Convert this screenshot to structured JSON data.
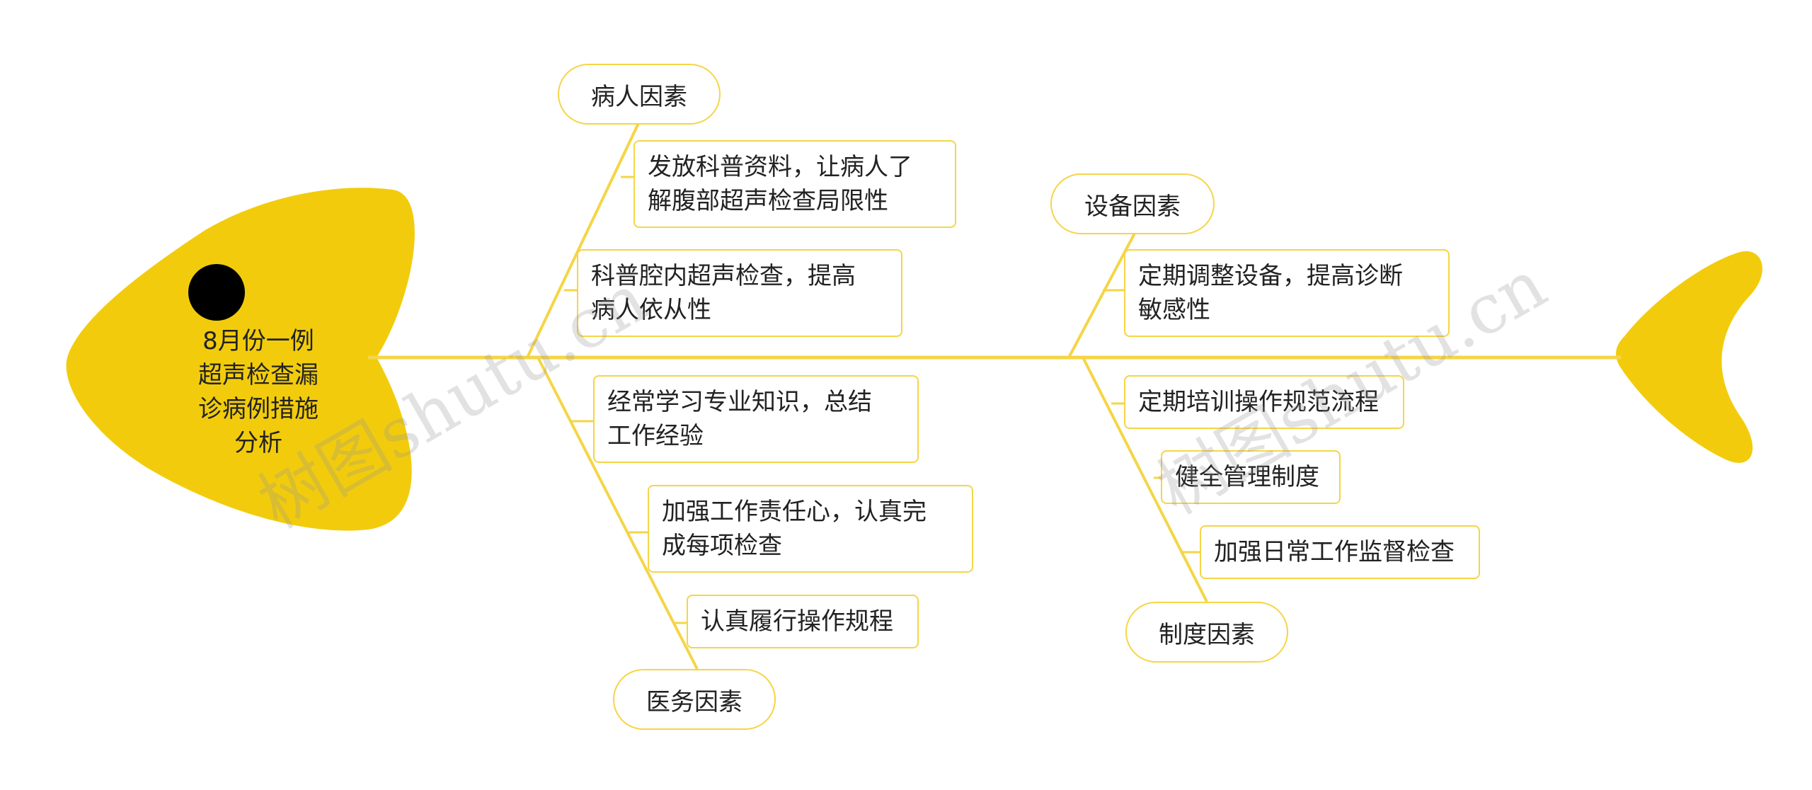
{
  "diagram": {
    "head_label": "8月份一例\n超声检查漏\n诊病例措施\n分析",
    "accent_color": "#f2cc0c",
    "categories": [
      {
        "label": "病人因素",
        "items": [
          "发放科普资料，让病人了\n解腹部超声检查局限性",
          "科普腔内超声检查，提高\n病人依从性"
        ]
      },
      {
        "label": "医务因素",
        "items": [
          "经常学习专业知识，总结\n工作经验",
          "加强工作责任心，认真完\n成每项检查",
          "认真履行操作规程"
        ]
      },
      {
        "label": "设备因素",
        "items": [
          "定期调整设备，提高诊断\n敏感性"
        ]
      },
      {
        "label": "制度因素",
        "items": [
          "定期培训操作规范流程",
          "健全管理制度",
          "加强日常工作监督检查"
        ]
      }
    ]
  },
  "watermarks": [
    "树图shutu.cn",
    "树图shutu.cn"
  ]
}
